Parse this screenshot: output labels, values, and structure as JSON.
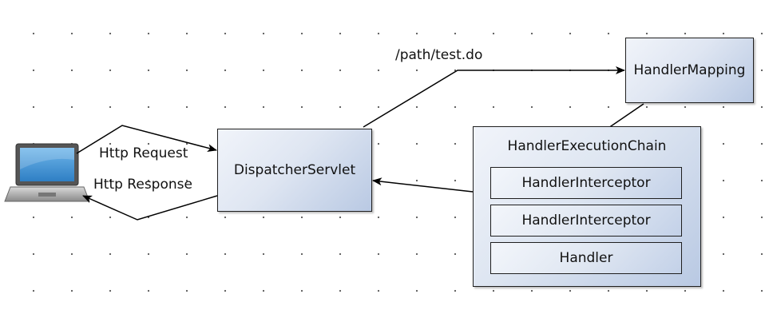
{
  "nodes": {
    "dispatcher": "DispatcherServlet",
    "handler_mapping": "HandlerMapping",
    "execution_chain": {
      "title": "HandlerExecutionChain",
      "items": [
        "HandlerInterceptor",
        "HandlerInterceptor",
        "Handler"
      ]
    }
  },
  "edges": {
    "request": "Http Request",
    "response": "Http Response",
    "path": "/path/test.do"
  },
  "icons": {
    "client": "laptop-icon"
  },
  "colors": {
    "box_fill_light": "#f1f4fa",
    "box_fill_dark": "#b9c9e3",
    "stroke": "#1f1f1f"
  }
}
